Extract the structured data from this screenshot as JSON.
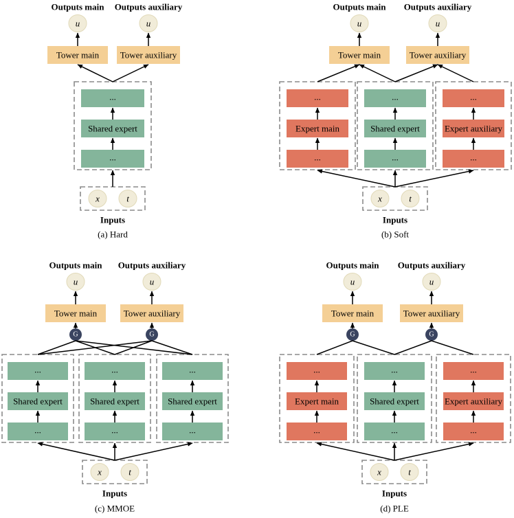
{
  "colors": {
    "tower": "#f4cf95",
    "shared": "#84b59b",
    "expert": "#e0775f",
    "node": "#f1ecd9",
    "node_stroke": "#e1d9b8",
    "gate": "#3a4460",
    "dash": "#8a8a8a",
    "arrow": "#000000"
  },
  "labels": {
    "outputs_main": "Outputs main",
    "outputs_aux": "Outputs auxiliary",
    "tower_main": "Tower main",
    "tower_aux": "Tower auxiliary",
    "shared_expert": "Shared expert",
    "expert_main": "Expert main",
    "expert_aux": "Expert auxiliary",
    "ellipsis": "...",
    "inputs": "Inputs",
    "var_u": "u",
    "var_x": "x",
    "var_t": "t",
    "gate": "G"
  },
  "panels": [
    {
      "id": "hard",
      "caption": "(a) Hard",
      "experts": [
        "shared"
      ],
      "gates": false
    },
    {
      "id": "soft",
      "caption": "(b) Soft",
      "experts": [
        "expert",
        "shared",
        "expert"
      ],
      "gates": false
    },
    {
      "id": "mmoe",
      "caption": "(c) MMOE",
      "experts": [
        "shared",
        "shared",
        "shared"
      ],
      "gates": true
    },
    {
      "id": "ple",
      "caption": "(d) PLE",
      "experts": [
        "expert",
        "shared",
        "expert"
      ],
      "gates": true
    }
  ]
}
